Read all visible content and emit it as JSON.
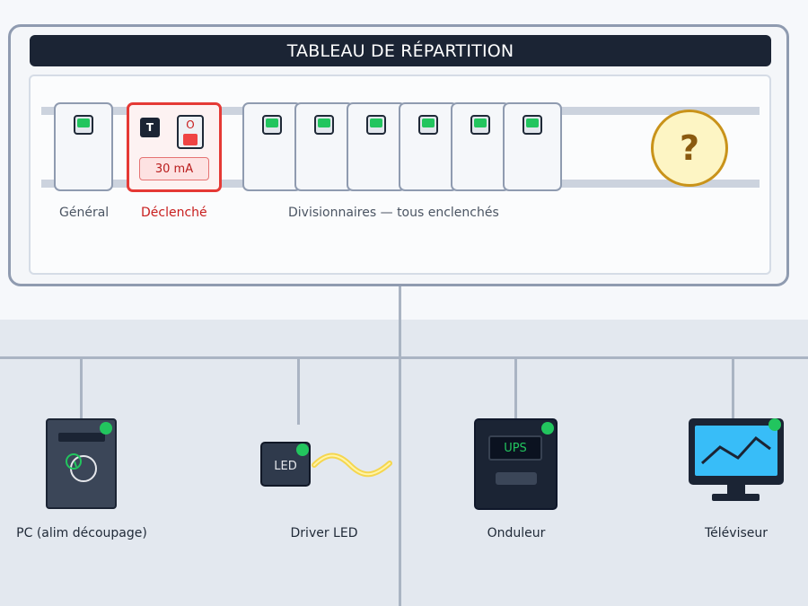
{
  "panel": {
    "title": "TABLEAU DE RÉPARTITION",
    "main_label": "Général",
    "rcd": {
      "test_label": "T",
      "state_label": "O",
      "rating": "30 mA",
      "status_label": "Déclenché"
    },
    "branches_label": "Divisionnaires — tous enclenchés",
    "unknown_symbol": "?"
  },
  "devices": [
    {
      "label": "PC (alim découpage)"
    },
    {
      "label": "Driver LED",
      "badge": "LED"
    },
    {
      "label": "Onduleur",
      "badge": "UPS"
    },
    {
      "label": "Téléviseur"
    }
  ],
  "colors": {
    "ok": "#22c55e",
    "fault": "#ef4444",
    "fault_text": "#c81e1e",
    "dark": "#1b2434",
    "question_bg": "#fdf5c4",
    "question_fg": "#8a5a10"
  }
}
